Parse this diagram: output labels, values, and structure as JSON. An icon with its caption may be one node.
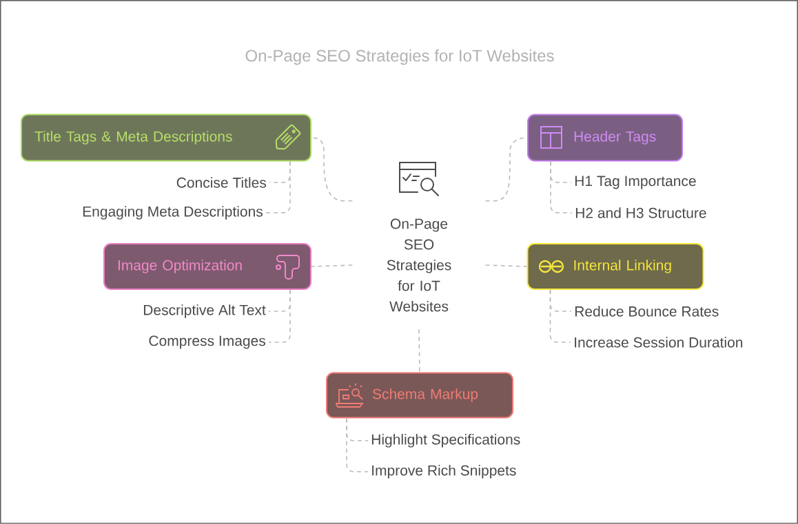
{
  "diagram": {
    "title": "On-Page SEO Strategies for IoT Websites",
    "nodes": [
      {
        "text": [
          "On-Page SEO Strategies for IoT Websites"
        ]
      },
      {
        "text": [
          "Title Tags & Meta Descriptions"
        ]
      },
      {
        "text": [
          "Concise Titles"
        ]
      },
      {
        "text": [
          "Engaging Meta Descriptions"
        ]
      },
      {
        "text": [
          "Header Tags"
        ]
      },
      {
        "text": [
          "H1 Tag Importance"
        ]
      },
      {
        "text": [
          "H2 and H3 Structure"
        ]
      },
      {
        "text": [
          "Image Optimization"
        ]
      },
      {
        "text": [
          "Descriptive Alt Text"
        ]
      },
      {
        "text": [
          "Compress Images"
        ]
      },
      {
        "text": [
          "Internal Linking"
        ]
      },
      {
        "text": [
          "Reduce Bounce Rates"
        ]
      },
      {
        "text": [
          "Increase Session Duration"
        ]
      },
      {
        "text": [
          "Schema Markup"
        ]
      },
      {
        "text": [
          "Highlight Specifications"
        ]
      },
      {
        "text": [
          "Improve Rich Snippets"
        ]
      }
    ],
    "edges": [
      {
        "from": 0,
        "to": 1,
        "arrow": "none"
      },
      {
        "from": 0,
        "to": 4,
        "arrow": "none"
      },
      {
        "from": 0,
        "to": 7,
        "arrow": "none"
      },
      {
        "from": 0,
        "to": 10,
        "arrow": "none"
      },
      {
        "from": 0,
        "to": 13,
        "arrow": "none"
      },
      {
        "from": 1,
        "to": 2,
        "arrow": "none"
      },
      {
        "from": 1,
        "to": 3,
        "arrow": "none"
      },
      {
        "from": 4,
        "to": 5,
        "arrow": "none"
      },
      {
        "from": 4,
        "to": 6,
        "arrow": "none"
      },
      {
        "from": 7,
        "to": 8,
        "arrow": "none"
      },
      {
        "from": 7,
        "to": 9,
        "arrow": "none"
      },
      {
        "from": 10,
        "to": 11,
        "arrow": "none"
      },
      {
        "from": 10,
        "to": 12,
        "arrow": "none"
      },
      {
        "from": 13,
        "to": 14,
        "arrow": "none"
      },
      {
        "from": 13,
        "to": 15,
        "arrow": "none"
      }
    ]
  }
}
